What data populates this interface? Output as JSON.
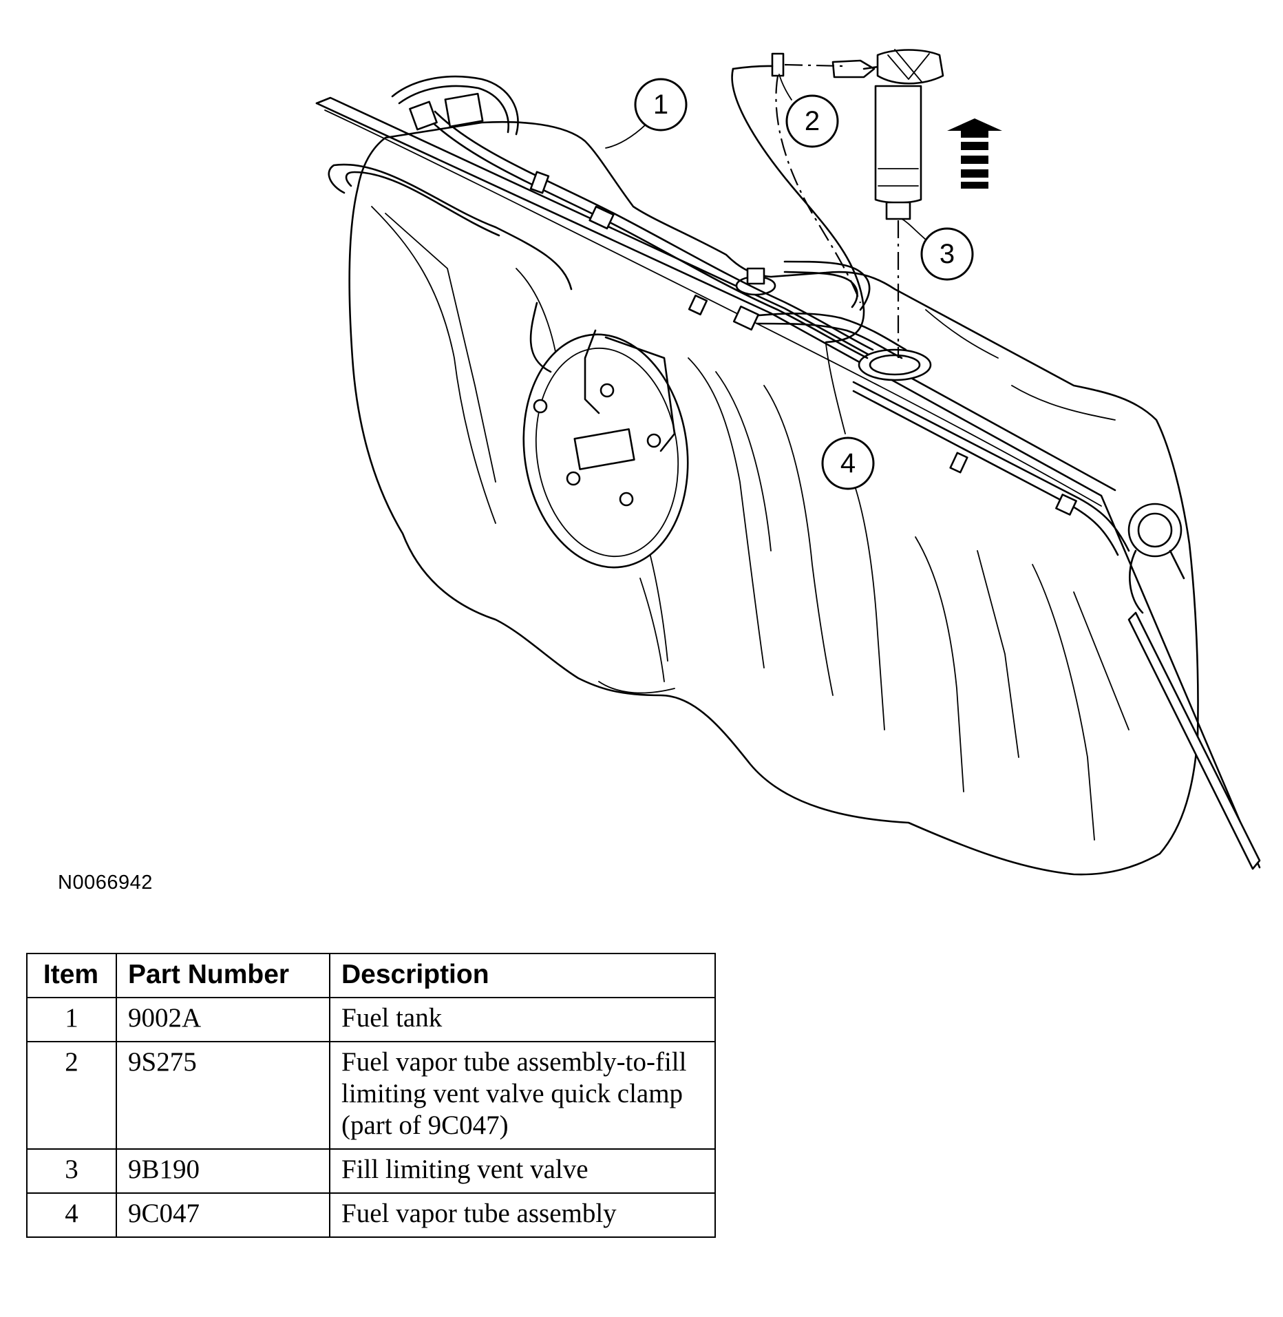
{
  "figure": {
    "id": "N0066942",
    "callouts": [
      "1",
      "2",
      "3",
      "4"
    ],
    "icons": [
      "removal-direction-arrow-icon"
    ]
  },
  "table": {
    "headers": [
      "Item",
      "Part Number",
      "Description"
    ],
    "rows": [
      {
        "item": "1",
        "part_number": "9002A",
        "description": "Fuel tank"
      },
      {
        "item": "2",
        "part_number": "9S275",
        "description": "Fuel vapor tube assembly-to-fill limiting vent valve quick clamp (part of 9C047)"
      },
      {
        "item": "3",
        "part_number": "9B190",
        "description": "Fill limiting vent valve"
      },
      {
        "item": "4",
        "part_number": "9C047",
        "description": "Fuel vapor tube assembly"
      }
    ]
  }
}
